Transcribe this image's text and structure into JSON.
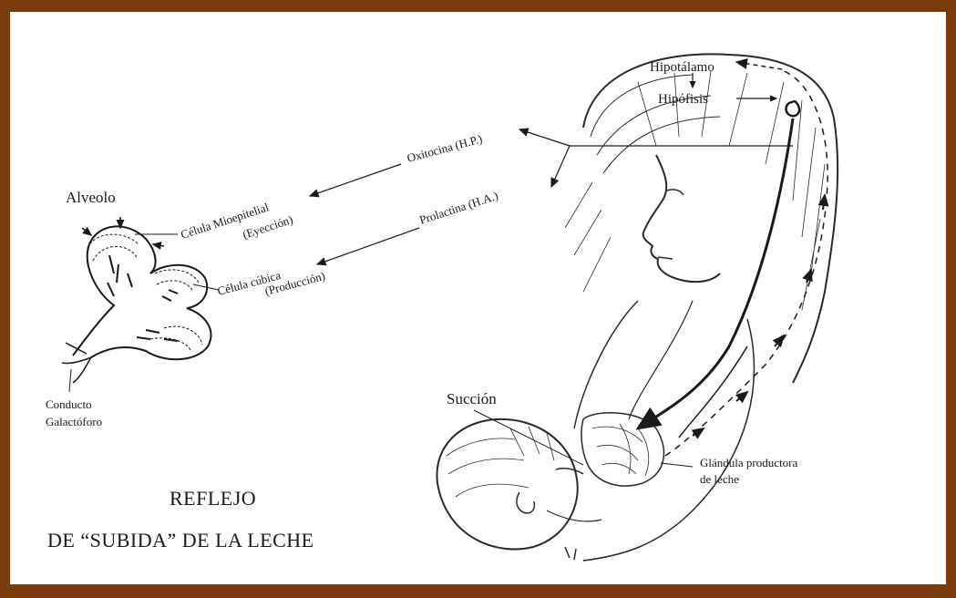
{
  "colors": {
    "frame": "#7b3b0c",
    "background": "#ffffff",
    "ink": "#1a1a1a"
  },
  "labels": {
    "hipotalamo": "Hipotálamo",
    "hipofisis": "Hipófisis",
    "oxitocina": "Oxitocina (H.P.)",
    "prolactina": "Prolactina (H.A.)",
    "alveolo": "Alveolo",
    "celula_mioepitelial": "Célula Mioepitelial",
    "eyeccion": "(Eyección)",
    "celula_cubica": "Célula cúbica",
    "produccion": "(Producción)",
    "conducto": "Conducto",
    "galactoforo": "Galactóforo",
    "succion": "Succión",
    "glandula_1": "Glándula productora",
    "glandula_2": "de leche"
  },
  "title": {
    "line1": "REFLEJO",
    "line2": "DE “SUBIDA” DE LA LECHE"
  }
}
